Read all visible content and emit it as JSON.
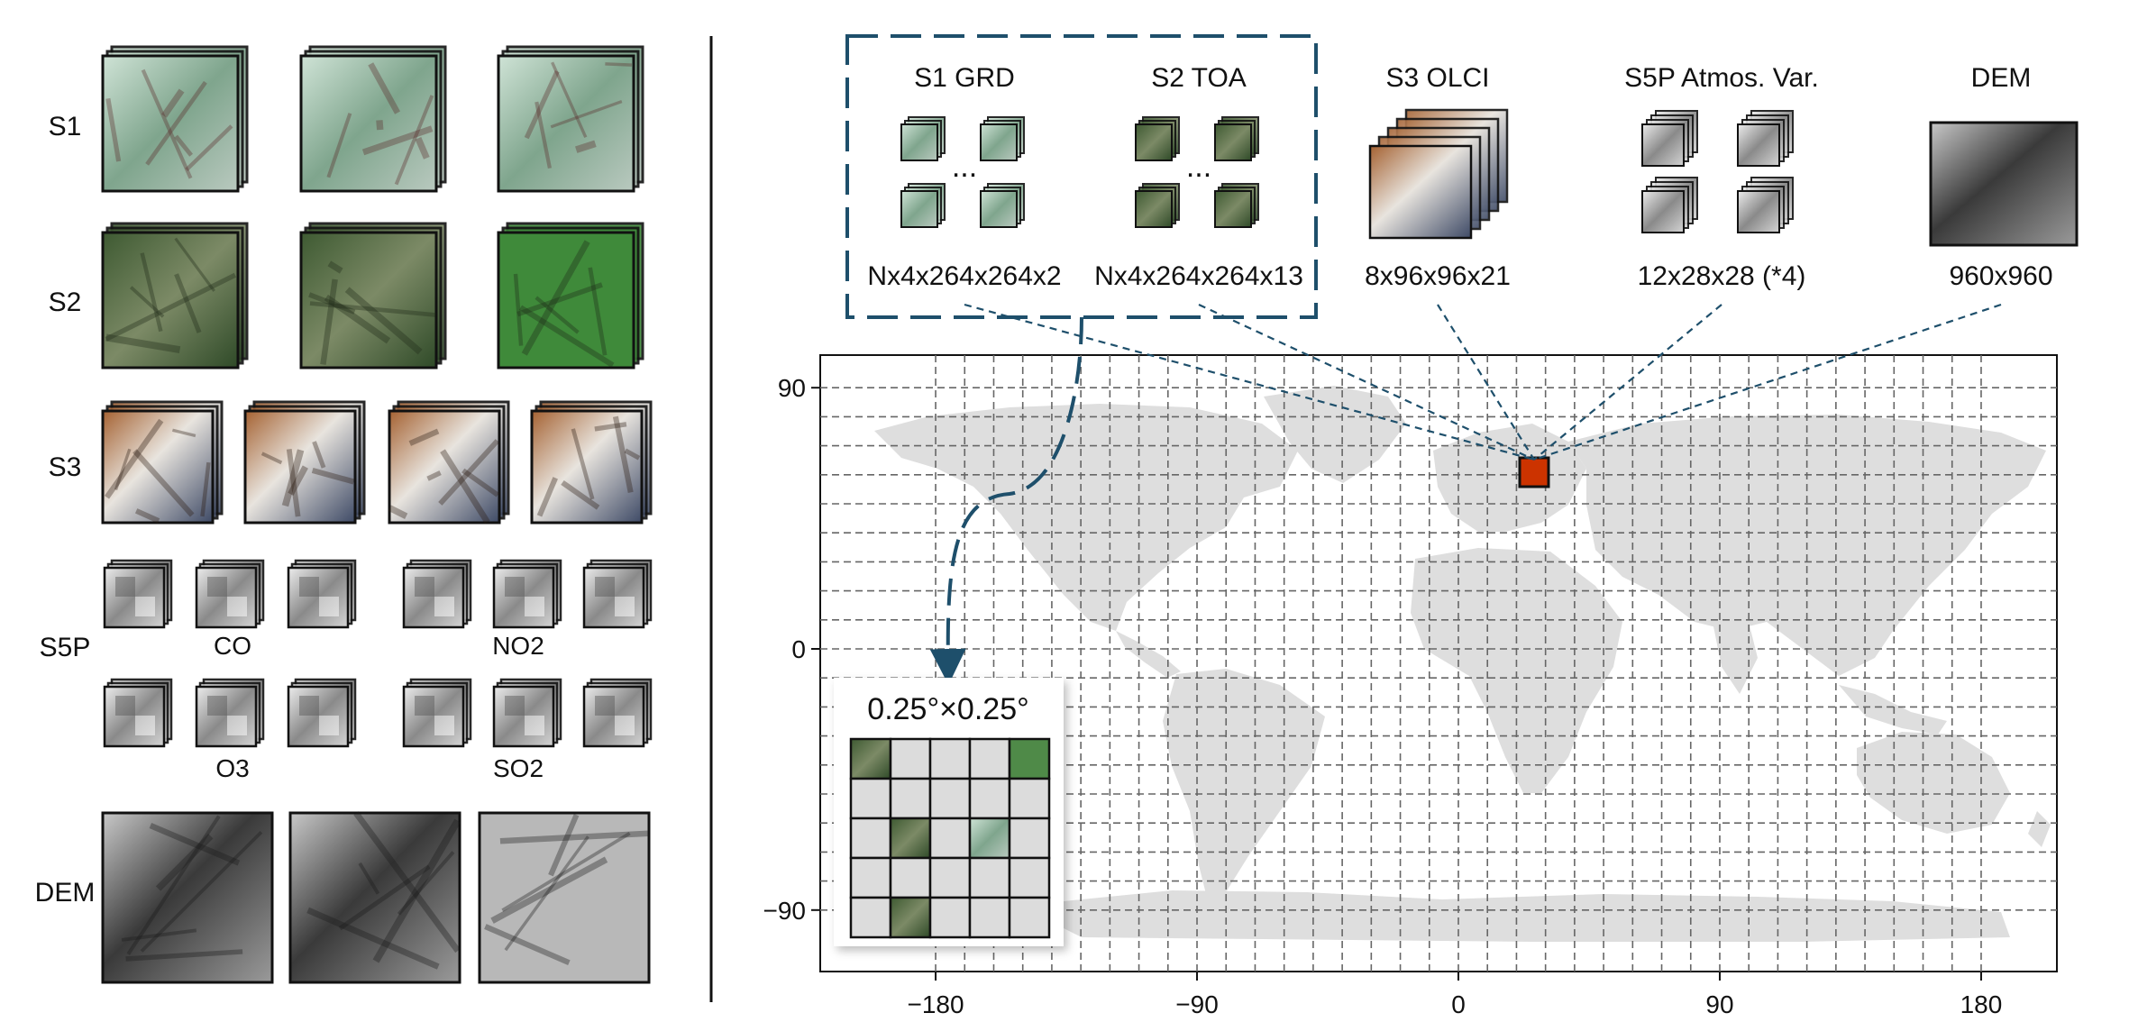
{
  "left_panel": {
    "rows": [
      {
        "label": "S1"
      },
      {
        "label": "S2"
      },
      {
        "label": "S3"
      },
      {
        "label": "S5P"
      },
      {
        "label": "DEM"
      }
    ],
    "s5p_groups": [
      "CO",
      "NO2",
      "O3",
      "SO2"
    ]
  },
  "modalities": [
    {
      "id": "s1",
      "title": "S1 GRD",
      "shape": "Nx4x264x264x2"
    },
    {
      "id": "s2",
      "title": "S2 TOA",
      "shape": "Nx4x264x264x13"
    },
    {
      "id": "s3",
      "title": "S3 OLCI",
      "shape": "8x96x96x21"
    },
    {
      "id": "s5p",
      "title": "S5P Atmos. Var.",
      "shape": "12x28x28 (*4)"
    },
    {
      "id": "dem",
      "title": "DEM",
      "shape": "960x960"
    }
  ],
  "ellipsis": "...",
  "patch": {
    "title": "0.25°×0.25°"
  },
  "map": {
    "x_ticks": [
      "−180",
      "−90",
      "0",
      "90",
      "180"
    ],
    "y_ticks": [
      "90",
      "0",
      "−90"
    ],
    "grid": true
  },
  "colors": {
    "accent": "#1e4f6b",
    "highlight": "#cc3300",
    "land": "#dedede",
    "grid": "#666666"
  }
}
